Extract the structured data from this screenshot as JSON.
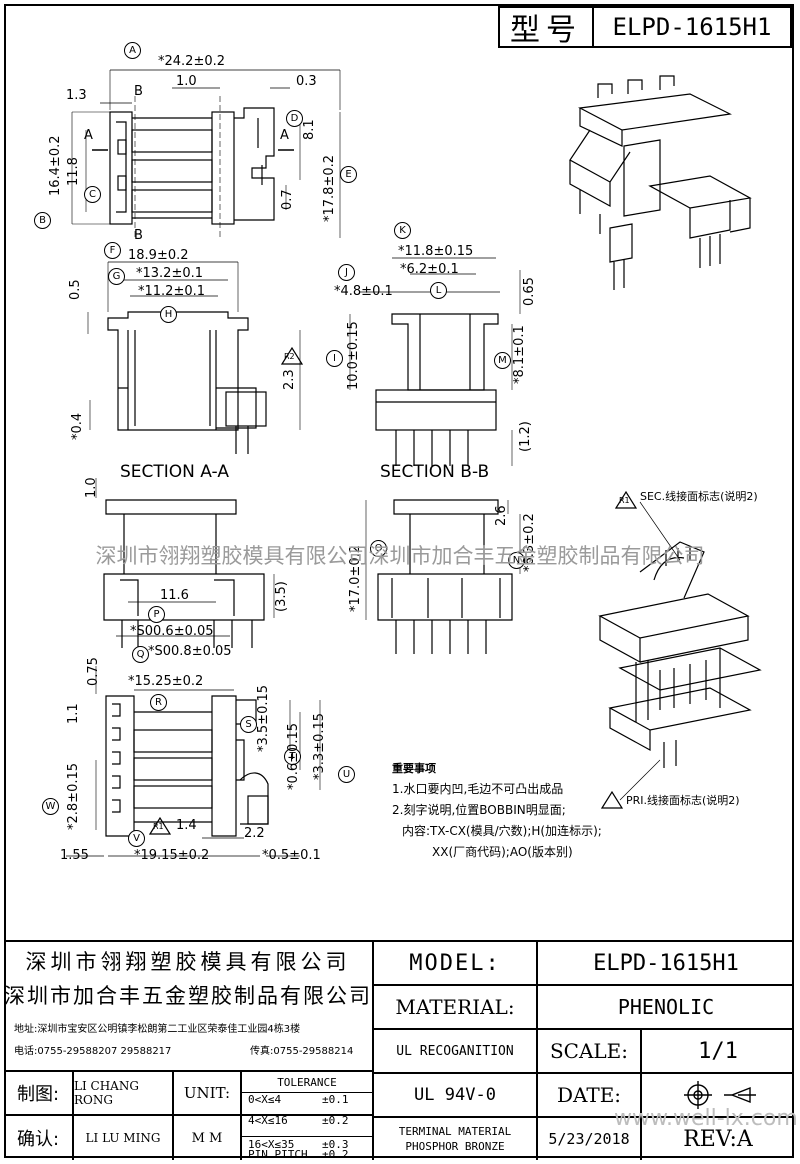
{
  "header": {
    "type_label": "型号",
    "model_code": "ELPD-1615H1"
  },
  "watermark": "深圳市翎翔塑胶模具有限公司深圳市加合丰五金塑胶制品有限公司",
  "watermark_web": "www.well-lx.com",
  "views": {
    "top": {
      "dims": [
        "*24.2±0.2",
        "1.0",
        "0.3",
        "1.3",
        "16.4±0.2",
        "11.8",
        "8.1",
        "0.7",
        "*17.8±0.2"
      ],
      "section_marks": [
        "B",
        "B",
        "A",
        "A"
      ],
      "circles": [
        "A",
        "B",
        "C",
        "D",
        "E",
        "F"
      ]
    },
    "side_a": {
      "dims": [
        "18.9±0.2",
        "*13.2±0.1",
        "*11.2±0.1",
        "0.5",
        "2.3",
        "*0.4"
      ],
      "circles": [
        "G",
        "H"
      ],
      "rev_mark": "R2"
    },
    "side_b": {
      "dims": [
        "*11.8±0.15",
        "*6.2±0.1",
        "*4.8±0.1",
        "0.65",
        "10.0±0.15",
        "*8.1±0.1",
        "(1.2)"
      ],
      "circles": [
        "J",
        "K",
        "L",
        "I",
        "M"
      ]
    },
    "section_aa": {
      "title": "SECTION A-A",
      "dims": [
        "1.0",
        "11.6",
        "(3.5)",
        "*S00.6±0.05",
        "*S00.8±0.05"
      ],
      "circles": [
        "P",
        "Q"
      ]
    },
    "section_bb": {
      "title": "SECTION B-B",
      "dims": [
        "*17.0±0.2",
        "2.6",
        "*6.3±0.2"
      ],
      "circles": [
        "O",
        "N"
      ]
    },
    "bottom": {
      "dims": [
        "0.75",
        "*15.25±0.2",
        "1.1",
        "*2.8±0.15",
        "*3.5±0.15",
        "*0.6±0.15",
        "*3.3±0.15",
        "1.4",
        "2.2",
        "1.55",
        "*19.15±0.2",
        "*0.5±0.1"
      ],
      "circles": [
        "R",
        "S",
        "T",
        "U",
        "V",
        "W"
      ],
      "rev_mark": "R1"
    },
    "iso2": {
      "sec_label": "SEC.线接面标志(说明2)",
      "pri_label": "PRI.线接面标志(说明2)",
      "rev_mark": "R1"
    }
  },
  "notes": {
    "heading": "重要事项",
    "lines": [
      "1.水口要内凹,毛边不可凸出成品",
      "2.刻字说明,位置BOBBIN明显面;",
      "内容:TX-CX(模具/穴数);H(加连标示);",
      "XX(厂商代码);AO(版本别)"
    ]
  },
  "title_block": {
    "company1": "深圳市翎翔塑胶模具有限公司",
    "company2": "深圳市加合丰五金塑胶制品有限公司",
    "address": "地址:深圳市宝安区公明镇李松朗第二工业区荣泰佳工业园4栋3楼",
    "phone": "电话:0755-29588207 29588217",
    "fax": "传真:0755-29588214",
    "model_label": "MODEL:",
    "model_value": "ELPD-1615H1",
    "material_label": "MATERIAL:",
    "material_value": "PHENOLIC",
    "ul_label": "UL RECOGANITION",
    "ul_value": "UL 94V-0",
    "scale_label": "SCALE:",
    "scale_value": "1/1",
    "date_label": "DATE:",
    "date_value": "5/23/2018",
    "rev_label": "REV:A",
    "terminal_label": "TERMINAL MATERIAL",
    "terminal_value": "PHOSPHOR  BRONZE",
    "drawn_label": "制图:",
    "drawn_by": "LI CHANG RONG",
    "check_label": "确认:",
    "check_by": "LI LU MING",
    "unit_label": "UNIT:",
    "unit_value": "M M",
    "tolerance_title": "TOLERANCE",
    "tolerance": [
      {
        "range": "0<X≤4",
        "tol": "±0.1"
      },
      {
        "range": "4<X≤16",
        "tol": "±0.2"
      },
      {
        "range": "16<X≤35",
        "tol": "±0.3"
      },
      {
        "range": "PIN PITCH",
        "tol": "±0.2"
      }
    ]
  }
}
